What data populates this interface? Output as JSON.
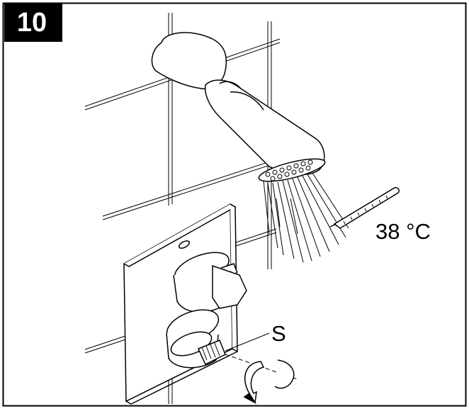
{
  "step": {
    "number": "10"
  },
  "callouts": {
    "temperature": "38 °C",
    "screw": "S"
  }
}
